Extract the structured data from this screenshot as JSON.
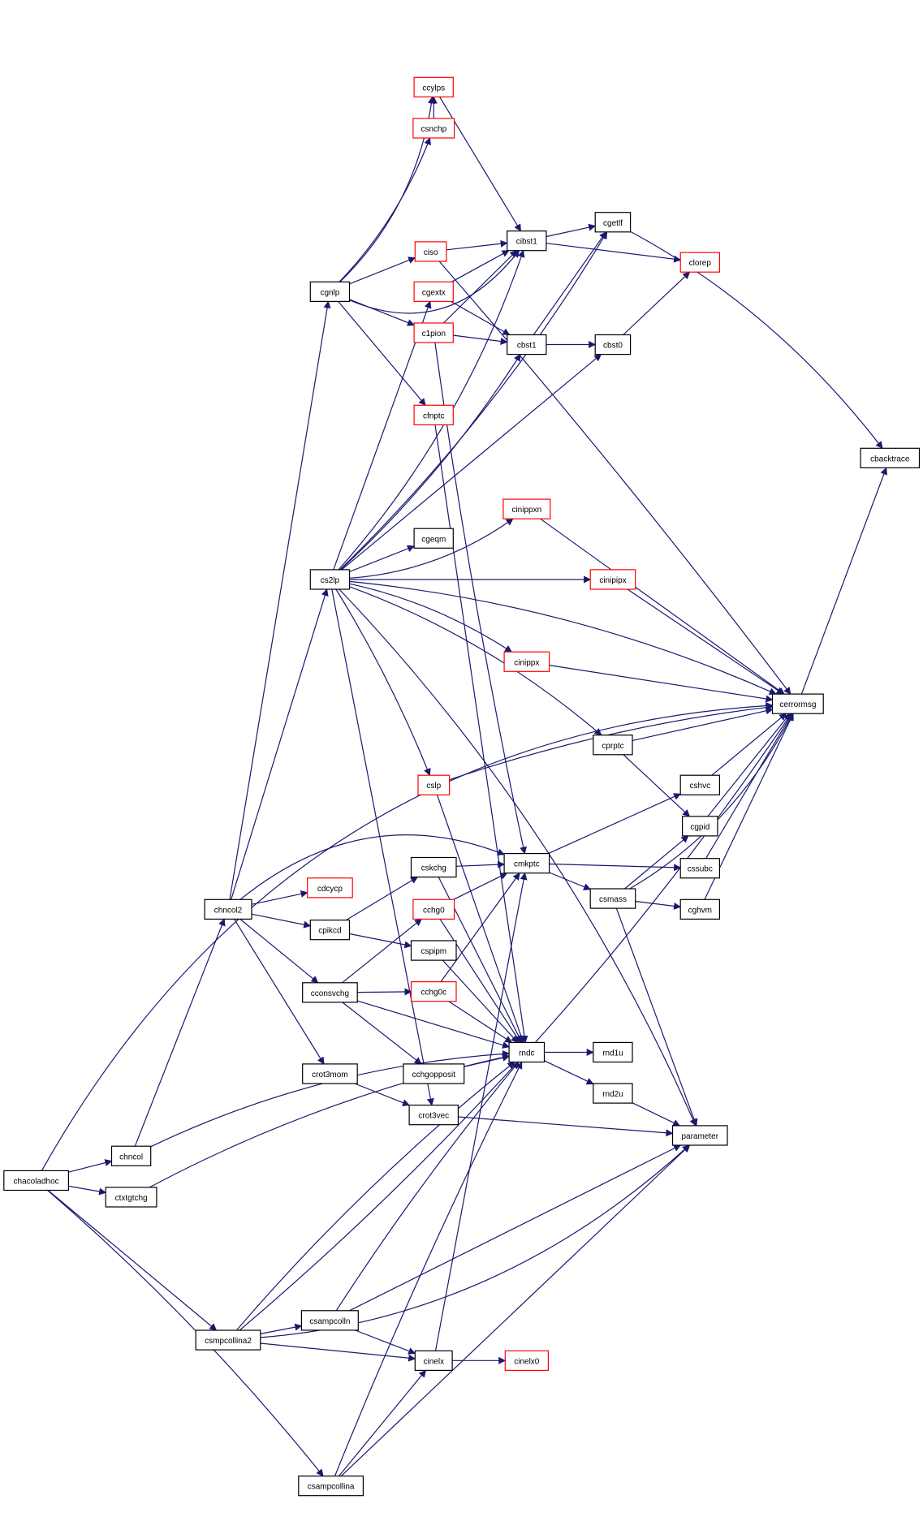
{
  "colors": {
    "edge": "#191970",
    "node_border": "#000000",
    "node_border_incomplete": "#ff0000",
    "root_fill": "#bfbfbf",
    "background": "#ffffff"
  },
  "nodes": {
    "chacoladhoc": {
      "label": "chacoladhoc",
      "style": "root"
    },
    "cerrormsg": {
      "label": "cerrormsg",
      "style": "normal"
    },
    "chncol": {
      "label": "chncol",
      "style": "normal"
    },
    "ctxtgtchg": {
      "label": "ctxtgtchg",
      "style": "normal"
    },
    "csmpcollina2": {
      "label": "csmpcollina2",
      "style": "normal"
    },
    "csampcollina": {
      "label": "csampcollina",
      "style": "normal"
    },
    "chncol2": {
      "label": "chncol2",
      "style": "normal"
    },
    "cmkptc": {
      "label": "cmkptc",
      "style": "normal"
    },
    "cs2lp": {
      "label": "cs2lp",
      "style": "normal"
    },
    "cgnlp": {
      "label": "cgnlp",
      "style": "normal"
    },
    "cdcycp": {
      "label": "cdcycp",
      "style": "incomplete"
    },
    "cpikcd": {
      "label": "cpikcd",
      "style": "normal"
    },
    "cconsvchg": {
      "label": "cconsvchg",
      "style": "normal"
    },
    "crot3mom": {
      "label": "crot3mom",
      "style": "normal"
    },
    "ccylps": {
      "label": "ccylps",
      "style": "incomplete"
    },
    "csnchp": {
      "label": "csnchp",
      "style": "incomplete"
    },
    "ciso": {
      "label": "ciso",
      "style": "incomplete"
    },
    "cgextx": {
      "label": "cgextx",
      "style": "incomplete"
    },
    "c1pion": {
      "label": "c1pion",
      "style": "incomplete"
    },
    "cfnptc": {
      "label": "cfnptc",
      "style": "incomplete"
    },
    "cibst1": {
      "label": "cibst1",
      "style": "normal"
    },
    "cbst1": {
      "label": "cbst1",
      "style": "normal"
    },
    "cgetlf": {
      "label": "cgetlf",
      "style": "normal"
    },
    "clorep": {
      "label": "clorep",
      "style": "incomplete"
    },
    "cbst0": {
      "label": "cbst0",
      "style": "normal"
    },
    "cbacktrace": {
      "label": "cbacktrace",
      "style": "normal"
    },
    "cinippxn": {
      "label": "cinippxn",
      "style": "incomplete"
    },
    "cgeqm": {
      "label": "cgeqm",
      "style": "normal"
    },
    "cinipipx": {
      "label": "cinipipx",
      "style": "incomplete"
    },
    "cinippx": {
      "label": "cinippx",
      "style": "incomplete"
    },
    "cprptc": {
      "label": "cprptc",
      "style": "normal"
    },
    "cslp": {
      "label": "cslp",
      "style": "incomplete"
    },
    "cshvc": {
      "label": "cshvc",
      "style": "normal"
    },
    "cgpid": {
      "label": "cgpid",
      "style": "normal"
    },
    "cssubc": {
      "label": "cssubc",
      "style": "normal"
    },
    "csmass": {
      "label": "csmass",
      "style": "normal"
    },
    "cghvm": {
      "label": "cghvm",
      "style": "normal"
    },
    "cskchg": {
      "label": "cskchg",
      "style": "normal"
    },
    "cchg0": {
      "label": "cchg0",
      "style": "incomplete"
    },
    "cspipm": {
      "label": "cspipm",
      "style": "normal"
    },
    "cchg0c": {
      "label": "cchg0c",
      "style": "incomplete"
    },
    "rndc": {
      "label": "rndc",
      "style": "normal"
    },
    "rnd1u": {
      "label": "rnd1u",
      "style": "normal"
    },
    "rnd2u": {
      "label": "rnd2u",
      "style": "normal"
    },
    "cchgopposit": {
      "label": "cchgopposit",
      "style": "normal"
    },
    "crot3vec": {
      "label": "crot3vec",
      "style": "normal"
    },
    "parameter": {
      "label": "parameter",
      "style": "normal"
    },
    "csampcolln": {
      "label": "csampcolln",
      "style": "normal"
    },
    "cinelx": {
      "label": "cinelx",
      "style": "normal"
    },
    "cinelx0": {
      "label": "cinelx0",
      "style": "incomplete"
    }
  }
}
